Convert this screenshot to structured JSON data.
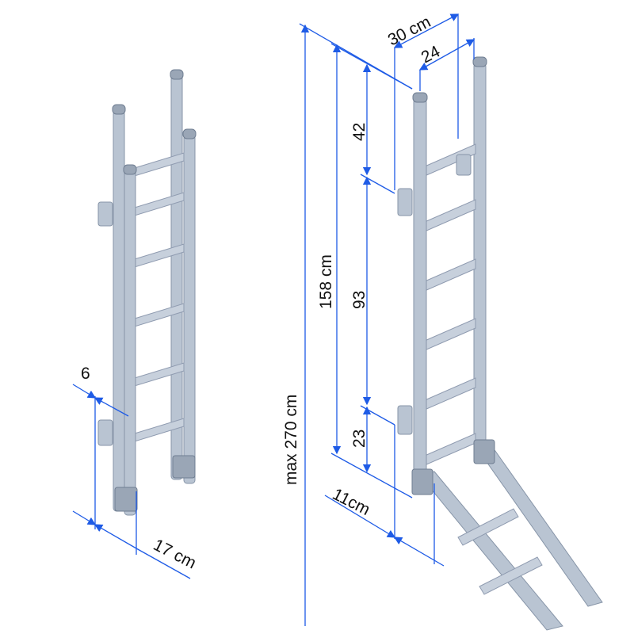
{
  "labels": {
    "width_outer": "30 cm",
    "width_inner": "24",
    "top_gap": "42",
    "height_main": "158 cm",
    "hook_spacing": "93",
    "bottom_gap": "23",
    "height_max": "max 270 cm",
    "bottom_depth": "11cm",
    "rail_offset": "6",
    "folded_depth": "17 cm"
  },
  "colors": {
    "dimension_line": "#1e5be6",
    "ladder": "#b9c4d2"
  }
}
